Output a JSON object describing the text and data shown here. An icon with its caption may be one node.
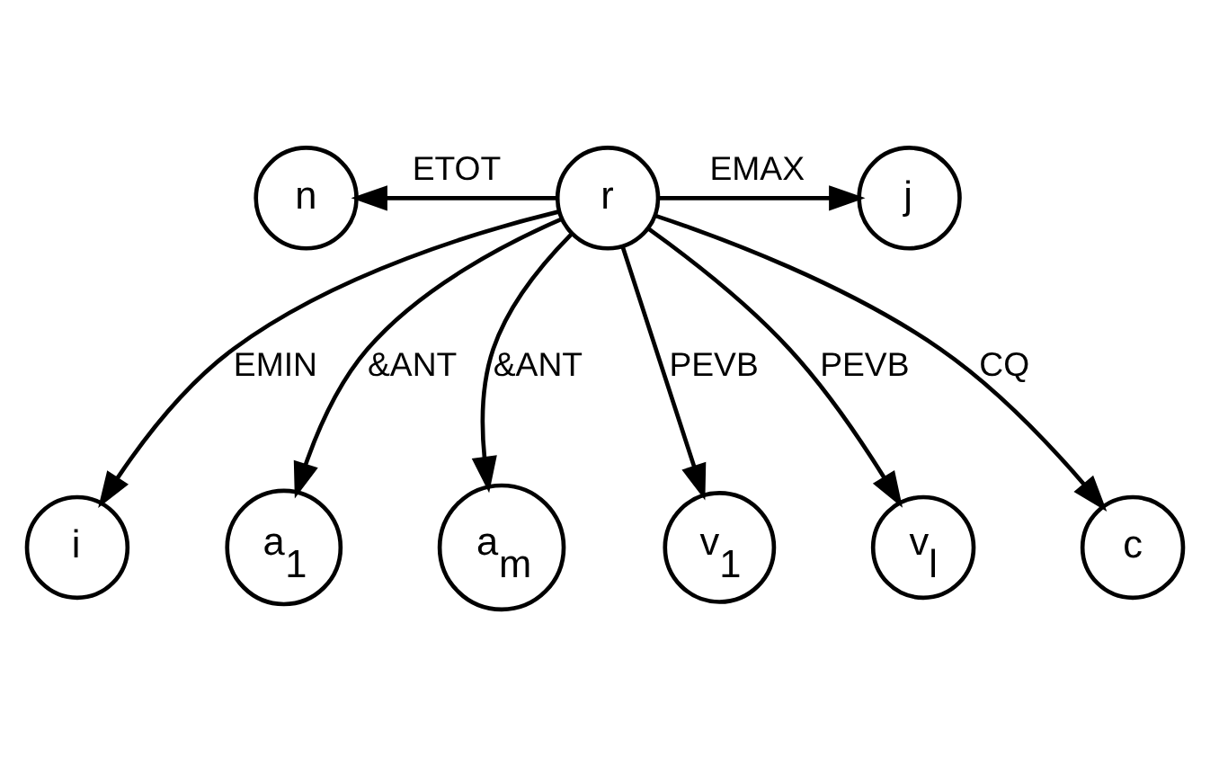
{
  "diagram": {
    "nodes": [
      {
        "text": [
          "r"
        ]
      },
      {
        "text": [
          "n"
        ]
      },
      {
        "text": [
          "j"
        ]
      },
      {
        "text": [
          "i"
        ]
      },
      {
        "text": [
          "a$_{1}$"
        ]
      },
      {
        "text": [
          "a$_{m}$"
        ]
      },
      {
        "text": [
          "v$_{1}$"
        ]
      },
      {
        "text": [
          "v$_{l}$"
        ]
      },
      {
        "text": [
          "c"
        ]
      }
    ],
    "edges": [
      {
        "from": 0,
        "to": 1,
        "arrow": "to",
        "label": "ETOT"
      },
      {
        "from": 0,
        "to": 2,
        "arrow": "to",
        "label": "EMAX"
      },
      {
        "from": 0,
        "to": 3,
        "arrow": "to",
        "label": "EMIN"
      },
      {
        "from": 0,
        "to": 4,
        "arrow": "to",
        "label": "&ANT"
      },
      {
        "from": 0,
        "to": 5,
        "arrow": "to",
        "label": "&ANT"
      },
      {
        "from": 0,
        "to": 6,
        "arrow": "to",
        "label": "PEVB"
      },
      {
        "from": 0,
        "to": 7,
        "arrow": "to",
        "label": "PEVB"
      },
      {
        "from": 0,
        "to": 8,
        "arrow": "to",
        "label": "CQ"
      }
    ]
  }
}
